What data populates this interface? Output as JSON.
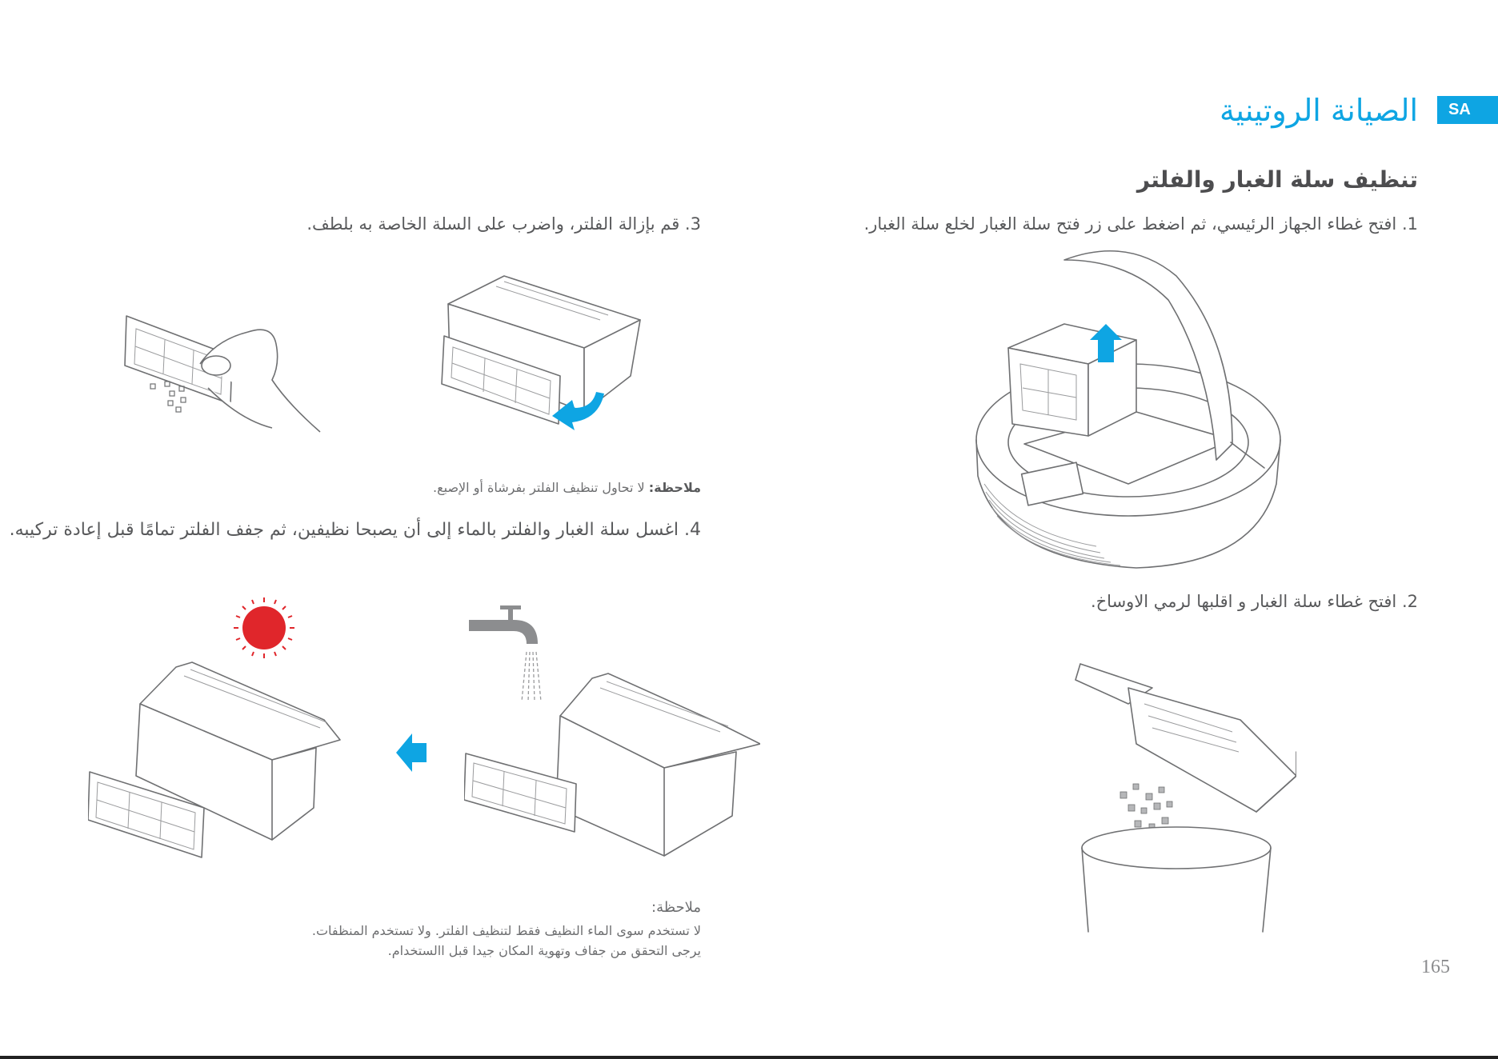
{
  "header": {
    "lang_tag": "SA",
    "title": "الصيانة الروتينية"
  },
  "section": {
    "heading": "تنظيف سلة الغبار والفلتر"
  },
  "steps": [
    {
      "text": "1. افتح غطاء الجهاز الرئيسي، ثم اضغط على زر فتح سلة الغبار لخلع سلة الغبار."
    },
    {
      "text": "2. افتح غطاء سلة الغبار و اقلبها لرمي الاوساخ."
    },
    {
      "text": "3. قم بإزالة الفلتر، واضرب على السلة الخاصة به بلطف."
    },
    {
      "text": "4. اغسل سلة الغبار والفلتر بالماء إلى أن يصبحا نظيفين، ثم جفف الفلتر تمامًا قبل إعادة تركيبه."
    }
  ],
  "notes": {
    "note1_label": "ملاحظة:",
    "note1_text": "لا تحاول تنظيف الفلتر بفرشاة أو الإصبع.",
    "note2_label": "ملاحظة:",
    "note2_line1": "لا تستخدم سوى الماء النظيف فقط لتنظيف الفلتر. ولا تستخدم المنظفات.",
    "note2_line2": "يرجى التحقق من جفاف وتهوية المكان جيدا قبل االستخدام."
  },
  "page_number": "165",
  "colors": {
    "accent": "#0ea5e3",
    "text": "#58595b",
    "sun": "#e0262b",
    "faucet": "#8c8d8f"
  },
  "icons": [
    "up-arrow-icon",
    "left-arrow-icon",
    "curved-arrow-icon",
    "sun-icon",
    "faucet-icon"
  ]
}
